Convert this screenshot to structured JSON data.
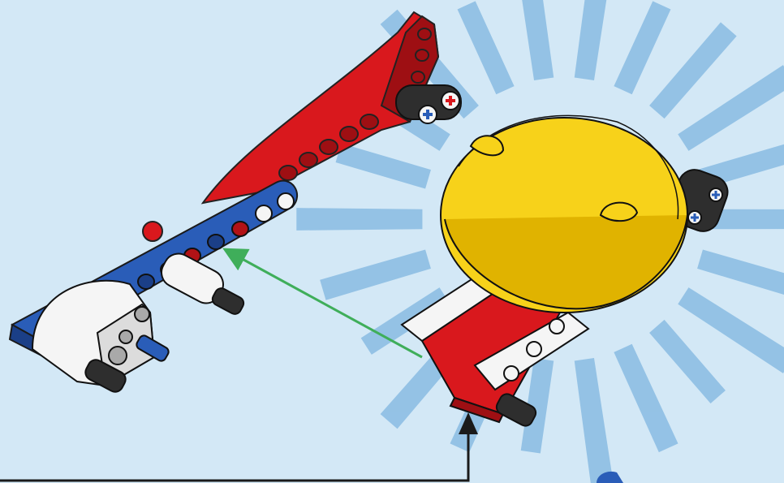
{
  "scene": {
    "background_color": "#d3e8f6",
    "colors": {
      "red": "#d9181d",
      "red_dark": "#9e0f13",
      "blue": "#2a5db8",
      "blue_dark": "#1b3f87",
      "yellow": "#f7d21a",
      "yellow_dark": "#e0b300",
      "white": "#f5f5f5",
      "dark_gray": "#2e2e2e",
      "light_gray": "#a9a9a9",
      "green_arrow": "#3fae5a",
      "burst": "#7fb6e0",
      "callout_line": "#1a1a1a"
    },
    "parts": [
      {
        "name": "red-curved-beam-icon",
        "color": "red"
      },
      {
        "name": "blue-liftarm-icon",
        "color": "blue"
      },
      {
        "name": "white-liftarm-icon",
        "color": "white"
      },
      {
        "name": "yellow-dome-panel-icon",
        "color": "yellow"
      },
      {
        "name": "red-angled-liftarm-icon",
        "color": "red"
      },
      {
        "name": "black-axle-connector-icon",
        "color": "dark_gray"
      },
      {
        "name": "white-axle-pin-icon",
        "color": "white"
      },
      {
        "name": "blue-pin-icon",
        "color": "blue"
      }
    ]
  }
}
